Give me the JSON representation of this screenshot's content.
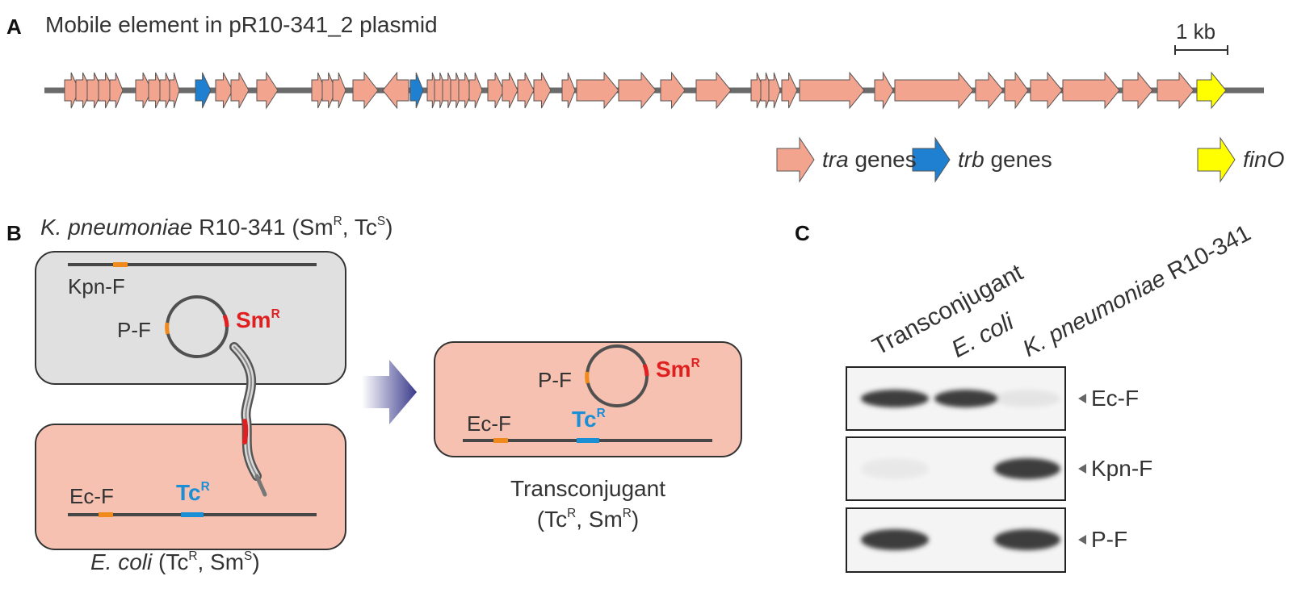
{
  "panelA": {
    "letter": "A",
    "title": "Mobile element in pR10-341_2 plasmid",
    "scale_label": "1 kb",
    "legend": [
      {
        "italic": "tra",
        "rest": " genes",
        "color": "#f2a48f"
      },
      {
        "italic": "trb",
        "rest": " genes",
        "color": "#1f7fd0"
      },
      {
        "italic": "finO",
        "rest": "",
        "color": "#ffff00"
      }
    ]
  },
  "panelB": {
    "letter": "B",
    "donor_title": {
      "species": "K. pneumoniae",
      "strain": " R10-341 (Sm",
      "sup1": "R",
      "mid": ", Tc",
      "sup2": "S",
      "end": ")"
    },
    "kpn_label": "Kpn-F",
    "pf_label": "P-F",
    "sm_label": "Sm",
    "sm_sup": "R",
    "ecf_label": "Ec-F",
    "tc_label": "Tc",
    "tc_sup": "R",
    "recipient_title": {
      "species": "E. coli",
      "open": " (Tc",
      "sup1": "R",
      "mid": ", Sm",
      "sup2": "S",
      "end": ")"
    },
    "trans_line1": "Transconjugant",
    "trans_line2": {
      "open": "(Tc",
      "sup1": "R",
      "mid": ", Sm",
      "sup2": "R",
      "end": ")"
    }
  },
  "panelC": {
    "letter": "C",
    "lanes": [
      {
        "label": "Transconjugant",
        "italic": false
      },
      {
        "label": "E. coli",
        "italic": true
      },
      {
        "species": "K. pneumoniae",
        "strain": " R10-341",
        "italic": true
      }
    ],
    "rows": [
      "Ec-F",
      "Kpn-F",
      "P-F"
    ],
    "band_intensity": [
      [
        1,
        1,
        0.08
      ],
      [
        0.06,
        0,
        1
      ],
      [
        1,
        0,
        1
      ]
    ]
  },
  "colors": {
    "tra": "#f2a48f",
    "trb": "#1f7fd0",
    "finO": "#ffff00",
    "donor_cell": "#e0e0e0",
    "recipient_cell": "#f6c1b1",
    "sm": "#e02020",
    "tc": "#1a8fd6",
    "locus": "#f08a1c",
    "gel_band": "#3c3c3c"
  }
}
